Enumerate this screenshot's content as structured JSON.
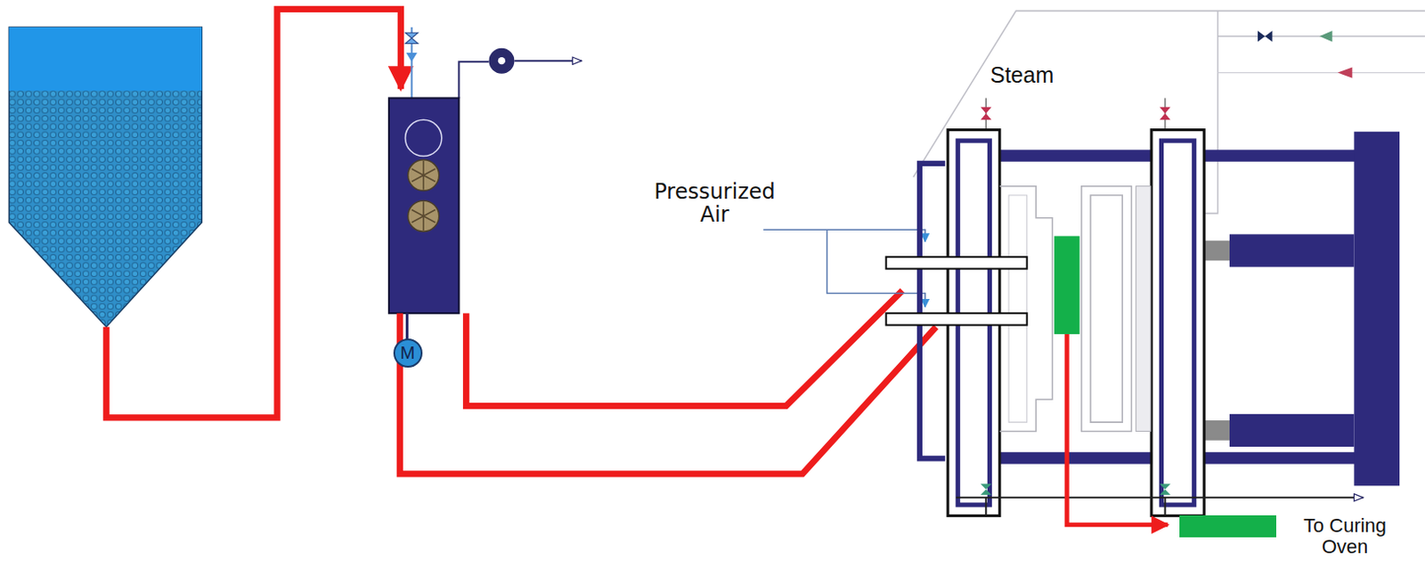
{
  "diagram": {
    "nodes": [
      {
        "text": [
          "M"
        ]
      },
      {
        "text": [
          "To Curing Oven"
        ]
      }
    ],
    "labels": [
      "Steam",
      "Pressurized Air"
    ]
  }
}
